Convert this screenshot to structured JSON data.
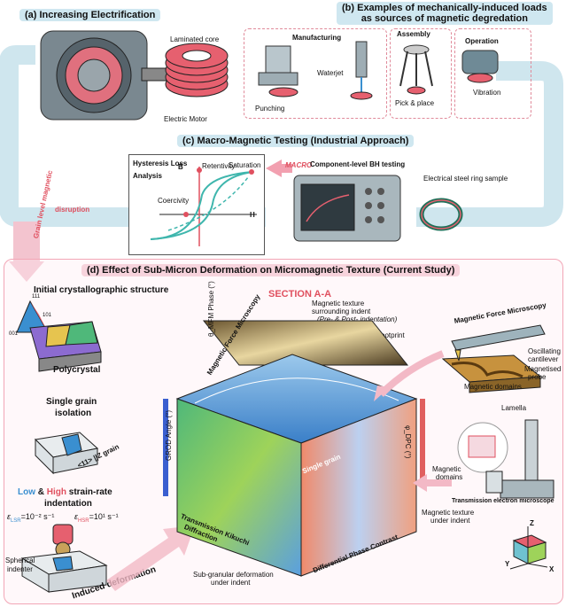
{
  "panel_a": {
    "title": "(a) Increasing Electrification",
    "laminated_core": "Laminated core",
    "electric_motor": "Electric Motor"
  },
  "panel_b": {
    "title": "(b) Examples of mechanically-induced loads",
    "title2": "as sources of magnetic degredation",
    "manufacturing": "Manufacturing",
    "punching": "Punching",
    "waterjet": "Waterjet",
    "assembly": "Assembly",
    "pick_place": "Pick & place",
    "operation": "Operation",
    "vibration": "Vibration"
  },
  "panel_c": {
    "title": "(c) Macro-Magnetic Testing (Industrial Approach)",
    "hysteresis1": "Hysteresis Loss",
    "hysteresis2": "Analysis",
    "retentivity": "Retentivity",
    "saturation": "Saturation",
    "coercivity": "Coercivity",
    "B": "B",
    "H": "H",
    "macro": "MACRO",
    "bh_testing": "Component-level BH testing",
    "ring_sample": "Electrical steel ring sample"
  },
  "grain_level": {
    "line1": "Grain level magnetic",
    "line2": "disruption"
  },
  "panel_d": {
    "title": "(d) Effect of Sub-Micron Deformation on Micromagnetic Texture (Current Study)",
    "initial": "Initial crystallographic structure",
    "i111": "111",
    "i101": "101",
    "i001": "001",
    "polycrystal": "Polycrystal",
    "single_grain1": "Single grain",
    "single_grain2": "isolation",
    "z_grain": "<11> ||Z grain",
    "low": "Low",
    "amp": " & ",
    "high": "High",
    "strain_rate": " strain-rate",
    "indentation": "indentation",
    "eps_lsr": "=10⁻² s⁻¹",
    "eps_hsr": "=10¹ s⁻¹",
    "lsr": "LSR",
    "hsr": "HSR",
    "spherical1": "Spherical",
    "spherical2": "indenter",
    "induced": "Induced deformation",
    "section": "SECTION A-A",
    "mag_tex1": "Magnetic texture",
    "mag_tex2": "surrounding indent",
    "mag_tex3": "(Pre- & Post- indentation)",
    "footprint": "Indentation footprint",
    "mfm_phase": "θ_MFM Phase (°)",
    "mfm_face": "Magnetic Force Microscopy",
    "single_grain_top": "Single grain",
    "tkd_face1": "Transmission Kikuchi",
    "tkd_face2": "Diffraction",
    "dpc_face": "Differential Phase Contrast",
    "grod": "GROD Angle (°)",
    "phi_dpc": "φ_DPC (°)",
    "sub_granular1": "Sub-granular deformation",
    "sub_granular2": "under indent",
    "mag_under1": "Magnetic texture",
    "mag_under2": "under indent",
    "mfm_title": "Magnetic Force Microscopy",
    "oscillating1": "Oscillating",
    "oscillating2": "cantilever",
    "magnetised1": "Magnetised",
    "magnetised2": "probe",
    "mag_domains": "Magnetic domains",
    "lamella": "Lamella",
    "mag_domains2a": "Magnetic",
    "mag_domains2b": "domains",
    "tem": "Transmission electron microscope",
    "ax_x": "X",
    "ax_y": "Y",
    "ax_z": "Z"
  }
}
